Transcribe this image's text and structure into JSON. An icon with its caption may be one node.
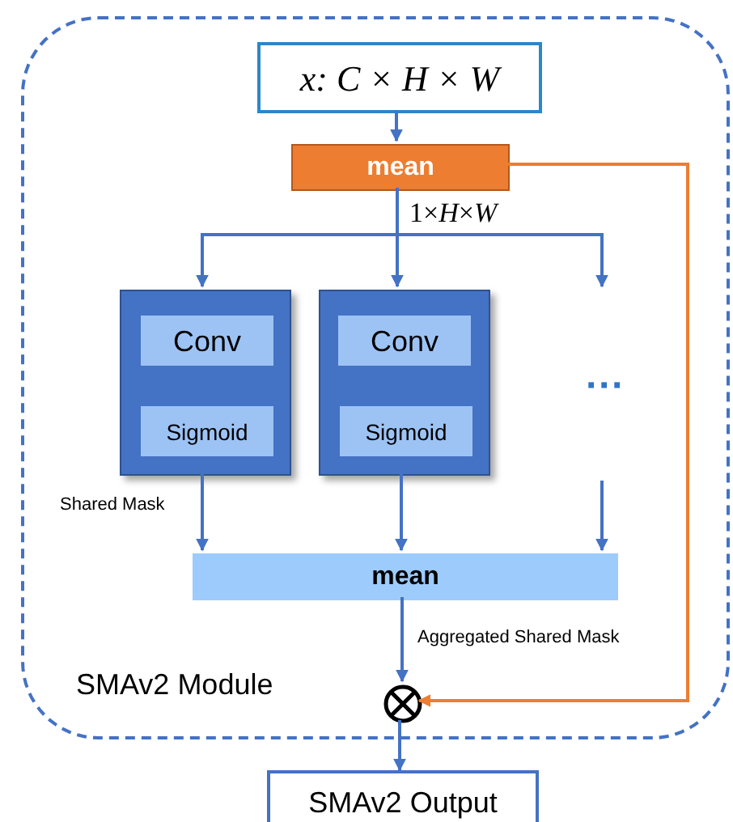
{
  "diagram": {
    "nodes": [
      {
        "text": [
          "SMAv2 Module"
        ]
      },
      {
        "text": [
          "x: C × H × W"
        ],
        "in": 0
      },
      {
        "text": [
          "mean"
        ],
        "in": 0
      },
      {
        "text": [],
        "shape": "box",
        "in": 0
      },
      {
        "text": [
          "Conv"
        ],
        "in": 3
      },
      {
        "text": [
          "Sigmoid"
        ],
        "in": 3
      },
      {
        "text": [],
        "shape": "box",
        "in": 0
      },
      {
        "text": [
          "Conv"
        ],
        "in": 6
      },
      {
        "text": [
          "Sigmoid"
        ],
        "in": 6
      },
      {
        "text": [
          "···"
        ],
        "in": 0
      },
      {
        "text": [
          "mean"
        ],
        "in": 0
      },
      {
        "text": [],
        "shape": "circle",
        "in": 0
      },
      {
        "text": [
          "SMAv2 Output"
        ]
      }
    ],
    "edges": [
      {
        "from": 1,
        "to": 2,
        "arrow": "to"
      },
      {
        "from": 2,
        "to": 3,
        "arrow": "to"
      },
      {
        "from": 2,
        "to": 6,
        "arrow": "to"
      },
      {
        "from": 2,
        "to": 9,
        "arrow": "to"
      },
      {
        "from": 3,
        "to": 10,
        "arrow": "to",
        "label": "Shared Mask"
      },
      {
        "from": 6,
        "to": 10,
        "arrow": "to"
      },
      {
        "from": 9,
        "to": 10,
        "arrow": "to"
      },
      {
        "from": 10,
        "to": 11,
        "arrow": "to",
        "label": "Aggregated Shared Mask"
      },
      {
        "from": 2,
        "to": 11,
        "arrow": "to",
        "color": "#ed7d31"
      },
      {
        "from": 11,
        "to": 12,
        "arrow": "to"
      }
    ],
    "labels": [
      "1×*H*×*W*"
    ]
  }
}
